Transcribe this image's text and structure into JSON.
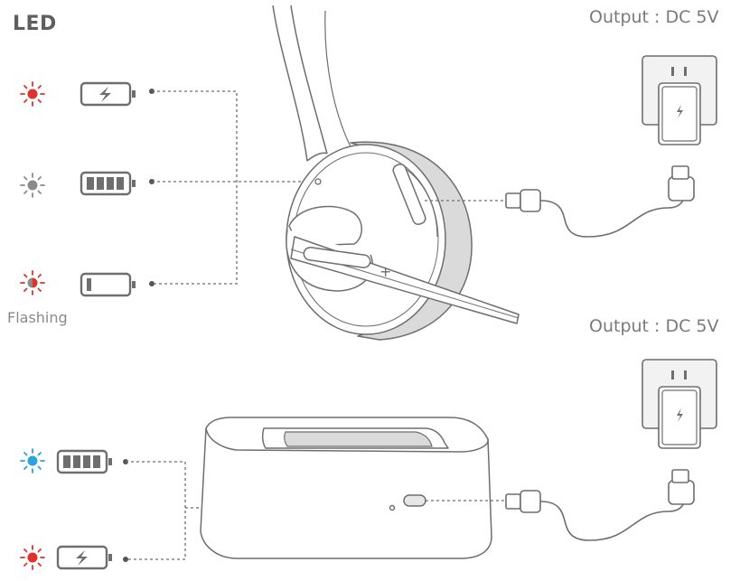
{
  "title": "LED",
  "flashing_label": "Flashing",
  "charger_top": {
    "label": "Output : DC 5V"
  },
  "charger_bottom": {
    "label": "Output : DC 5V"
  },
  "led_states": [
    {
      "icon": "red-led-icon",
      "battery": "charging-battery-icon",
      "color": "#e0312b"
    },
    {
      "icon": "grey-led-icon",
      "battery": "full-battery-icon",
      "color": "#8a8a8a"
    },
    {
      "icon": "red-flashing-led-icon",
      "battery": "low-battery-icon",
      "color": "#e0312b"
    },
    {
      "icon": "blue-led-icon",
      "battery": "full-battery-icon",
      "color": "#2aa3e0"
    },
    {
      "icon": "red-led-icon",
      "battery": "charging-battery-icon",
      "color": "#e0312b"
    }
  ],
  "colors": {
    "line": "#6e6e6e",
    "red": "#e0312b",
    "grey": "#8a8a8a",
    "blue": "#2aa3e0",
    "cushion": "#dadada"
  }
}
